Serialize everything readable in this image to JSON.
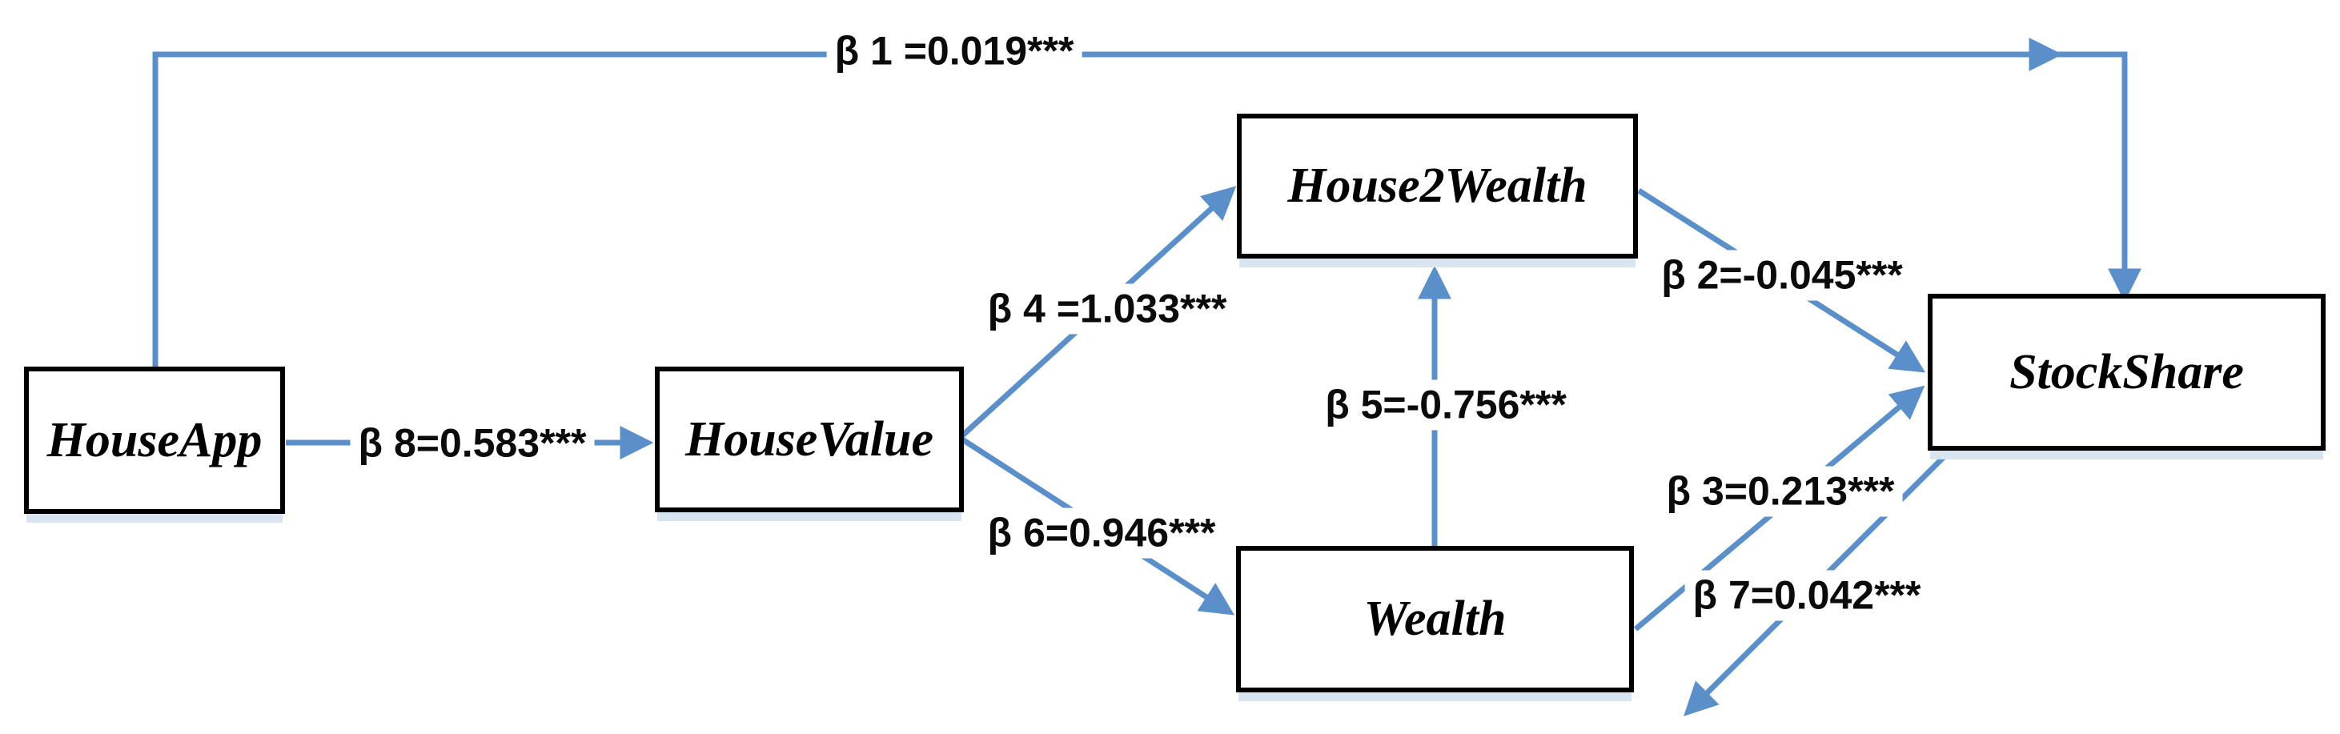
{
  "diagram": {
    "type": "path-model",
    "nodes": [
      {
        "id": "houseapp",
        "label": "HouseApp"
      },
      {
        "id": "housevalue",
        "label": "HouseValue"
      },
      {
        "id": "house2wealth",
        "label": "House2Wealth"
      },
      {
        "id": "wealth",
        "label": "Wealth"
      },
      {
        "id": "stockshare",
        "label": "StockShare"
      }
    ],
    "edges": [
      {
        "id": "beta1",
        "from": "HouseApp",
        "to": "StockShare",
        "label": "β 1 =0.019***"
      },
      {
        "id": "beta8",
        "from": "HouseApp",
        "to": "HouseValue",
        "label": "β 8=0.583***"
      },
      {
        "id": "beta4",
        "from": "HouseValue",
        "to": "House2Wealth",
        "label": "β 4 =1.033***"
      },
      {
        "id": "beta6",
        "from": "HouseValue",
        "to": "Wealth",
        "label": "β 6=0.946***"
      },
      {
        "id": "beta5",
        "from": "Wealth",
        "to": "House2Wealth",
        "label": "β 5=-0.756***"
      },
      {
        "id": "beta2",
        "from": "House2Wealth",
        "to": "StockShare",
        "label": "β 2=-0.045***"
      },
      {
        "id": "beta3",
        "from": "Wealth",
        "to": "StockShare",
        "label": "β 3=0.213***"
      },
      {
        "id": "beta7",
        "from": "StockShare",
        "to": "Wealth",
        "label": "β 7=0.042***"
      }
    ],
    "colors": {
      "arrow": "#5b8fc9",
      "box_border": "#000000",
      "box_fill": "#ffffff",
      "box_shadow": "#d9e4f1",
      "text": "#000000"
    }
  }
}
